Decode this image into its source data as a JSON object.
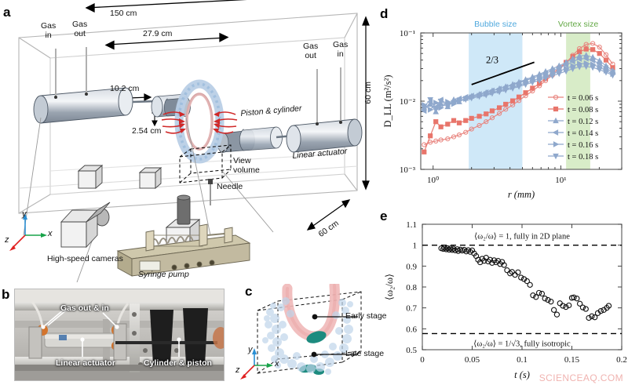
{
  "figure": {
    "panels": [
      "a",
      "b",
      "c",
      "d",
      "e"
    ],
    "watermark": "SCIENCEAQ.COM"
  },
  "panel_a": {
    "letter": "a",
    "dimensions": {
      "tank_length": "150 cm",
      "nozzle_distance": "27.9 cm",
      "piston_stroke": "10.2 cm",
      "cylinder_diameter": "2.54 cm",
      "tank_height": "60 cm",
      "tank_depth": "60 cm"
    },
    "labels": {
      "gas_in_left": "Gas\nin",
      "gas_out_left": "Gas\nout",
      "gas_out_right": "Gas\nout",
      "gas_in_right": "Gas\nin",
      "piston_cylinder": "Piston & cylinder",
      "linear_actuator": "Linear actuator",
      "view_volume": "View\nvolume",
      "needle": "Needle",
      "high_speed_cameras": "High-speed cameras",
      "syringe_pump": "Syringe pump"
    },
    "axes": {
      "x": "x",
      "y": "y",
      "z": "z"
    },
    "axis_colors": {
      "x": "#19a34a",
      "y": "#2a8fd4",
      "z": "#e02020"
    }
  },
  "panel_b": {
    "letter": "b",
    "labels": {
      "gas_out_in": "Gas out & in",
      "linear_actuator": "Linear actuator",
      "cylinder_piston": "Cylinder & piston"
    }
  },
  "panel_c": {
    "letter": "c",
    "labels": {
      "early_stage": "Early stage",
      "late_stage": "Late stage"
    },
    "axes": {
      "x": "x",
      "y": "y",
      "z": "z"
    },
    "axis_colors": {
      "x": "#19a34a",
      "y": "#2a8fd4",
      "z": "#e02020"
    }
  },
  "panel_d": {
    "letter": "d",
    "region_labels": {
      "bubble": "Bubble size",
      "vortex": "Vortex size"
    },
    "region_colors": {
      "bubble": "#4fa8dd",
      "vortex": "#63a845"
    },
    "slope_annotation": "2/3"
  },
  "panel_e": {
    "letter": "e",
    "annotation_top": "⟨ω₂/ω⟩ = 1, fully in 2D plane",
    "annotation_bottom": "⟨ω₂/ω⟩ = 1/√3, fully isotropic"
  },
  "chart_data": [
    {
      "id": "panel_d",
      "type": "line",
      "title": "",
      "xlabel": "r (mm)",
      "ylabel": "D_LL (m²/s²)",
      "xscale": "log",
      "yscale": "log",
      "xlim": [
        0.8,
        30
      ],
      "ylim": [
        0.001,
        0.1
      ],
      "xticks": [
        "10⁰",
        "10¹"
      ],
      "yticks": [
        "10⁻³",
        "10⁻²",
        "10⁻¹"
      ],
      "grid": false,
      "legend_position": "lower-right",
      "shaded_regions": [
        {
          "label": "Bubble size",
          "x_range": [
            1.9,
            5.0
          ],
          "color": "#cfe8f8"
        },
        {
          "label": "Vortex size",
          "x_range": [
            11.0,
            17.0
          ],
          "color": "#d8ecc8"
        }
      ],
      "annotations": [
        {
          "text": "2/3",
          "x": 3.0,
          "y": 0.033,
          "slope": 0.6667
        }
      ],
      "series": [
        {
          "name": "t = 0.06 s",
          "marker": "circle",
          "color": "#e8827c",
          "x": [
            0.85,
            0.95,
            1.05,
            1.15,
            1.3,
            1.45,
            1.6,
            1.8,
            2.0,
            2.3,
            2.6,
            2.9,
            3.3,
            3.7,
            4.2,
            4.7,
            5.3,
            6.0,
            6.8,
            7.6,
            8.6,
            9.7,
            11.0,
            12.4,
            14.0,
            15.8,
            17.8,
            20.1,
            22.6,
            25.5
          ],
          "y": [
            0.0023,
            0.0025,
            0.0026,
            0.0027,
            0.0028,
            0.003,
            0.0032,
            0.0035,
            0.0039,
            0.0044,
            0.005,
            0.0057,
            0.0066,
            0.0076,
            0.0088,
            0.0102,
            0.012,
            0.0141,
            0.0168,
            0.02,
            0.024,
            0.029,
            0.036,
            0.047,
            0.059,
            0.068,
            0.07,
            0.062,
            0.048,
            0.035
          ]
        },
        {
          "name": "t = 0.08 s",
          "marker": "square",
          "color": "#e8756b",
          "x": [
            0.85,
            0.95,
            1.05,
            1.15,
            1.3,
            1.45,
            1.6,
            1.8,
            2.0,
            2.3,
            2.6,
            2.9,
            3.3,
            3.7,
            4.2,
            4.7,
            5.3,
            6.0,
            6.8,
            7.6,
            8.6,
            9.7,
            11.0,
            12.4,
            14.0,
            15.8,
            17.8,
            20.1,
            22.6,
            25.5
          ],
          "y": [
            0.0018,
            0.0031,
            0.005,
            0.0042,
            0.0046,
            0.0052,
            0.0048,
            0.0052,
            0.0056,
            0.006,
            0.0065,
            0.0072,
            0.008,
            0.009,
            0.0101,
            0.0115,
            0.0133,
            0.0155,
            0.0182,
            0.0215,
            0.0255,
            0.0305,
            0.037,
            0.045,
            0.053,
            0.058,
            0.057,
            0.05,
            0.04,
            0.031
          ]
        },
        {
          "name": "t = 0.12 s",
          "marker": "triangle-up",
          "color": "#8fa8cc",
          "x": [
            0.85,
            0.95,
            1.05,
            1.15,
            1.3,
            1.45,
            1.6,
            1.8,
            2.0,
            2.3,
            2.6,
            2.9,
            3.3,
            3.7,
            4.2,
            4.7,
            5.3,
            6.0,
            6.8,
            7.6,
            8.6,
            9.7,
            11.0,
            12.4,
            14.0,
            15.8,
            17.8,
            20.1,
            22.6,
            25.5
          ],
          "y": [
            0.008,
            0.009,
            0.007,
            0.0092,
            0.0083,
            0.0105,
            0.0098,
            0.011,
            0.0118,
            0.0125,
            0.0133,
            0.0142,
            0.0152,
            0.0163,
            0.0176,
            0.019,
            0.0207,
            0.0226,
            0.0248,
            0.0272,
            0.03,
            0.033,
            0.037,
            0.042,
            0.046,
            0.047,
            0.044,
            0.039,
            0.033,
            0.028
          ]
        },
        {
          "name": "t = 0.14 s",
          "marker": "triangle-left",
          "color": "#8fa8cc",
          "x": [
            0.85,
            0.95,
            1.05,
            1.15,
            1.3,
            1.45,
            1.6,
            1.8,
            2.0,
            2.3,
            2.6,
            2.9,
            3.3,
            3.7,
            4.2,
            4.7,
            5.3,
            6.0,
            6.8,
            7.6,
            8.6,
            9.7,
            11.0,
            12.4,
            14.0,
            15.8,
            17.8,
            20.1,
            22.6,
            25.5
          ],
          "y": [
            0.0072,
            0.0098,
            0.0082,
            0.0105,
            0.009,
            0.01,
            0.0109,
            0.0115,
            0.012,
            0.0127,
            0.0135,
            0.0143,
            0.0152,
            0.0162,
            0.0173,
            0.0186,
            0.02,
            0.0217,
            0.0236,
            0.0257,
            0.0281,
            0.0308,
            0.034,
            0.038,
            0.0415,
            0.042,
            0.0395,
            0.0355,
            0.0305,
            0.0265
          ]
        },
        {
          "name": "t = 0.16 s",
          "marker": "triangle-right",
          "color": "#8fa8cc",
          "x": [
            0.85,
            0.95,
            1.05,
            1.15,
            1.3,
            1.45,
            1.6,
            1.8,
            2.0,
            2.3,
            2.6,
            2.9,
            3.3,
            3.7,
            4.2,
            4.7,
            5.3,
            6.0,
            6.8,
            7.6,
            8.6,
            9.7,
            11.0,
            12.4,
            14.0,
            15.8,
            17.8,
            20.1,
            22.6,
            25.5
          ],
          "y": [
            0.0088,
            0.0075,
            0.0095,
            0.008,
            0.0098,
            0.0091,
            0.0103,
            0.0108,
            0.0114,
            0.012,
            0.0127,
            0.0134,
            0.0142,
            0.0151,
            0.0161,
            0.0172,
            0.0185,
            0.0199,
            0.0215,
            0.0233,
            0.0253,
            0.0275,
            0.03,
            0.033,
            0.0355,
            0.036,
            0.0345,
            0.0315,
            0.028,
            0.025
          ]
        },
        {
          "name": "t = 0.18 s",
          "marker": "triangle-down",
          "color": "#8fa8cc",
          "x": [
            0.85,
            0.95,
            1.05,
            1.15,
            1.3,
            1.45,
            1.6,
            1.8,
            2.0,
            2.3,
            2.6,
            2.9,
            3.3,
            3.7,
            4.2,
            4.7,
            5.3,
            6.0,
            6.8,
            7.6,
            8.6,
            9.7,
            11.0,
            12.4,
            14.0,
            15.8,
            17.8,
            20.1,
            22.6,
            25.5
          ],
          "y": [
            0.0083,
            0.0105,
            0.0078,
            0.01,
            0.0086,
            0.0096,
            0.0101,
            0.0106,
            0.0111,
            0.0117,
            0.0123,
            0.013,
            0.0137,
            0.0145,
            0.0154,
            0.0164,
            0.0175,
            0.0188,
            0.0202,
            0.0218,
            0.0235,
            0.0254,
            0.0275,
            0.0298,
            0.0318,
            0.0322,
            0.0312,
            0.029,
            0.0265,
            0.024
          ]
        }
      ]
    },
    {
      "id": "panel_e",
      "type": "scatter",
      "title": "",
      "xlabel": "t (s)",
      "ylabel": "⟨ω₂/ω⟩",
      "xscale": "linear",
      "yscale": "linear",
      "xlim": [
        0,
        0.2
      ],
      "ylim": [
        0.5,
        1.1
      ],
      "xticks": [
        "0",
        "0.05",
        "0.1",
        "0.15",
        "0.2"
      ],
      "yticks": [
        "0.5",
        "0.6",
        "0.7",
        "0.8",
        "0.9",
        "1",
        "1.1"
      ],
      "grid": false,
      "marker": "open-circle",
      "marker_color": "#111111",
      "reference_lines": [
        {
          "y": 1.0,
          "style": "dashed",
          "label": "⟨ω₂/ω⟩ = 1, fully in 2D plane"
        },
        {
          "y": 0.577,
          "style": "dashed",
          "label": "⟨ω₂/ω⟩ = 1/√3, fully isotropic"
        }
      ],
      "x": [
        0.019,
        0.021,
        0.022,
        0.024,
        0.025,
        0.027,
        0.028,
        0.03,
        0.031,
        0.033,
        0.035,
        0.036,
        0.038,
        0.04,
        0.042,
        0.044,
        0.046,
        0.048,
        0.05,
        0.052,
        0.054,
        0.056,
        0.058,
        0.06,
        0.062,
        0.064,
        0.066,
        0.068,
        0.07,
        0.072,
        0.074,
        0.076,
        0.078,
        0.08,
        0.082,
        0.085,
        0.088,
        0.09,
        0.093,
        0.096,
        0.099,
        0.102,
        0.105,
        0.108,
        0.111,
        0.114,
        0.117,
        0.12,
        0.123,
        0.126,
        0.129,
        0.132,
        0.135,
        0.138,
        0.141,
        0.144,
        0.147,
        0.15,
        0.152,
        0.155,
        0.158,
        0.161,
        0.164,
        0.167,
        0.17,
        0.173,
        0.176,
        0.179,
        0.182,
        0.185,
        0.187
      ],
      "y": [
        0.985,
        0.982,
        0.988,
        0.98,
        0.986,
        0.978,
        0.984,
        0.977,
        0.983,
        0.975,
        0.981,
        0.972,
        0.979,
        0.974,
        0.978,
        0.97,
        0.976,
        0.968,
        0.975,
        0.96,
        0.948,
        0.93,
        0.918,
        0.935,
        0.925,
        0.94,
        0.922,
        0.93,
        0.915,
        0.928,
        0.918,
        0.925,
        0.91,
        0.92,
        0.905,
        0.88,
        0.865,
        0.872,
        0.858,
        0.87,
        0.845,
        0.838,
        0.828,
        0.81,
        0.76,
        0.752,
        0.772,
        0.768,
        0.745,
        0.738,
        0.73,
        0.69,
        0.668,
        0.722,
        0.71,
        0.704,
        0.712,
        0.748,
        0.75,
        0.745,
        0.72,
        0.702,
        0.695,
        0.652,
        0.66,
        0.655,
        0.675,
        0.685,
        0.69,
        0.7,
        0.71
      ]
    }
  ]
}
